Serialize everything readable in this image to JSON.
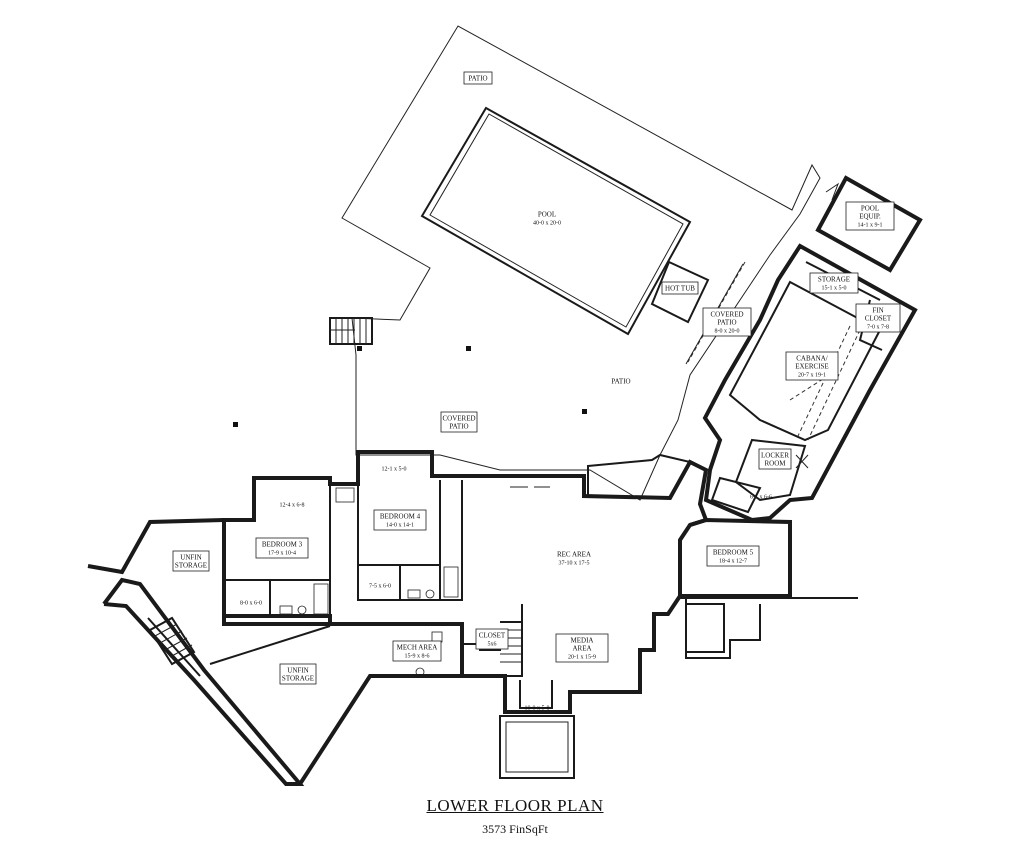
{
  "title": "LOWER FLOOR PLAN",
  "area": "3573 FinSqFt",
  "rooms": {
    "patio_top": {
      "name": "PATIO"
    },
    "pool": {
      "name": "POOL",
      "dim": "40-0 x 20-0"
    },
    "hot_tub": {
      "name": "HOT TUB"
    },
    "pool_equip": {
      "name": "POOL EQUIP.",
      "dim": "14-1 x 9-1"
    },
    "storage": {
      "name": "STORAGE",
      "dim": "15-1 x 5-0"
    },
    "fin_closet": {
      "name": "FIN CLOSET",
      "dim": "7-0 x 7-8"
    },
    "covered_patio_small": {
      "name": "COVERED PATIO",
      "dim": "8-0 x 20-0"
    },
    "patio_mid": {
      "name": "PATIO"
    },
    "cabana": {
      "name": "CABANA/ EXERCISE",
      "dim": "20-7 x 19-1"
    },
    "covered_patio": {
      "name": "COVERED PATIO"
    },
    "locker_room": {
      "name": "LOCKER ROOM"
    },
    "bath_locker": {
      "dim": "6-1 x 6-6"
    },
    "bedroom4": {
      "name": "BEDROOM 4",
      "dim": "14-0 x 14-1"
    },
    "closet4": {
      "dim": "12-1 x 5-0"
    },
    "bath4": {
      "dim": "7-5 x 6-0"
    },
    "bedroom3": {
      "name": "BEDROOM 3",
      "dim": "17-9 x 10-4"
    },
    "closet3": {
      "dim": "12-4 x 6-8"
    },
    "bath3": {
      "dim": "8-0 x 6-0"
    },
    "rec_area": {
      "name": "REC AREA",
      "dim": "37-10 x 17-5"
    },
    "bedroom5": {
      "name": "BEDROOM 5",
      "dim": "18-4 x 12-7"
    },
    "unfin_storage_1": {
      "name": "UNFIN STORAGE"
    },
    "unfin_storage_2": {
      "name": "UNFIN STORAGE"
    },
    "mech_area": {
      "name": "MECH AREA",
      "dim": "15-9 x 8-6"
    },
    "media_area": {
      "name": "MEDIA AREA",
      "dim": "20-1 x 15-9"
    },
    "small_closet": {
      "name": "CLOSET",
      "dim": "5x6"
    },
    "nook": {
      "dim": "10-0 x 5-8"
    }
  },
  "chart_data": {
    "type": "floor-plan",
    "title": "LOWER FLOOR PLAN",
    "subtitle": "3573 FinSqFt",
    "rooms": [
      {
        "name": "POOL",
        "size": "40-0 x 20-0"
      },
      {
        "name": "HOT TUB"
      },
      {
        "name": "POOL EQUIP.",
        "size": "14-1 x 9-1"
      },
      {
        "name": "STORAGE",
        "size": "15-1 x 5-0"
      },
      {
        "name": "FIN CLOSET",
        "size": "7-0 x 7-8"
      },
      {
        "name": "COVERED PATIO",
        "size": "8-0 x 20-0"
      },
      {
        "name": "CABANA/ EXERCISE",
        "size": "20-7 x 19-1"
      },
      {
        "name": "COVERED PATIO"
      },
      {
        "name": "PATIO"
      },
      {
        "name": "LOCKER ROOM"
      },
      {
        "name": "BEDROOM 4",
        "size": "14-0 x 14-1"
      },
      {
        "name": "BEDROOM 3",
        "size": "17-9 x 10-4"
      },
      {
        "name": "REC AREA",
        "size": "37-10 x 17-5"
      },
      {
        "name": "BEDROOM 5",
        "size": "18-4 x 12-7"
      },
      {
        "name": "UNFIN STORAGE"
      },
      {
        "name": "MECH AREA",
        "size": "15-9 x 8-6"
      },
      {
        "name": "MEDIA AREA",
        "size": "20-1 x 15-9"
      }
    ]
  }
}
